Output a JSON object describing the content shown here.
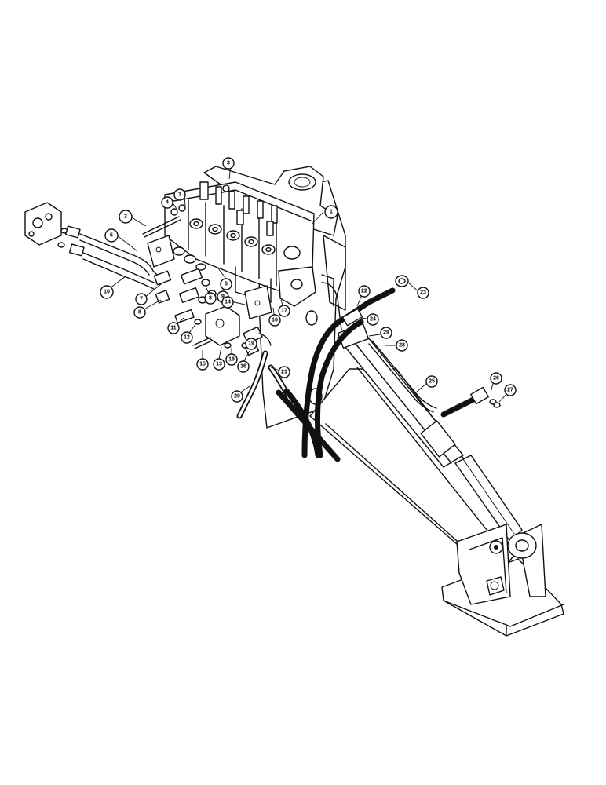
{
  "callouts": [
    "1",
    "2",
    "3",
    "3",
    "4",
    "5",
    "6",
    "7",
    "8",
    "8",
    "9",
    "10",
    "11",
    "12",
    "13",
    "14",
    "15",
    "16",
    "16",
    "17",
    "18",
    "19",
    "20",
    "21",
    "22",
    "23",
    "24",
    "25",
    "26",
    "27",
    "28",
    "29"
  ]
}
